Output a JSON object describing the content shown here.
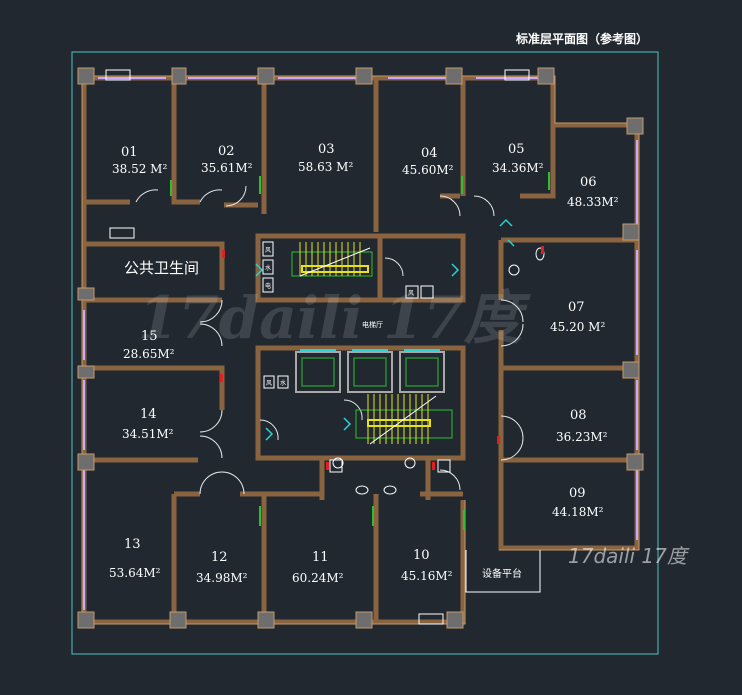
{
  "title": "标准层平面图（参考图）",
  "rooms": [
    {
      "id": "r01",
      "num": "01",
      "area": "38.52 M²"
    },
    {
      "id": "r02",
      "num": "02",
      "area": "35.61M²"
    },
    {
      "id": "r03",
      "num": "03",
      "area": "58.63 M²"
    },
    {
      "id": "r04",
      "num": "04",
      "area": "45.60M²"
    },
    {
      "id": "r05",
      "num": "05",
      "area": "34.36M²"
    },
    {
      "id": "r06",
      "num": "06",
      "area": "48.33M²"
    },
    {
      "id": "r07",
      "num": "07",
      "area": "45.20 M²"
    },
    {
      "id": "r08",
      "num": "08",
      "area": "36.23M²"
    },
    {
      "id": "r09",
      "num": "09",
      "area": "44.18M²"
    },
    {
      "id": "r10",
      "num": "10",
      "area": "45.16M²"
    },
    {
      "id": "r11",
      "num": "11",
      "area": "60.24M²"
    },
    {
      "id": "r12",
      "num": "12",
      "area": "34.98M²"
    },
    {
      "id": "r13",
      "num": "13",
      "area": "53.64M²"
    },
    {
      "id": "r14",
      "num": "14",
      "area": "34.51M²"
    },
    {
      "id": "r15",
      "num": "15",
      "area": "28.65M²"
    }
  ],
  "public_toilet": "公共卫生间",
  "equipment_platform": "设备平台",
  "elevator_hall": "电梯厅",
  "shaft_labels": {
    "feng": "风",
    "shui": "水",
    "dian": "电"
  },
  "watermarks": {
    "center": "17daili 17度",
    "corner": "17daili 17度"
  },
  "colors": {
    "background": "#212830",
    "wall": "#7a5838",
    "wall_edge": "#c59a6a",
    "border": "#4fc3c3",
    "door": "#e6e6e6",
    "stair": "#e8e21a",
    "window": "#c9a8ff"
  }
}
